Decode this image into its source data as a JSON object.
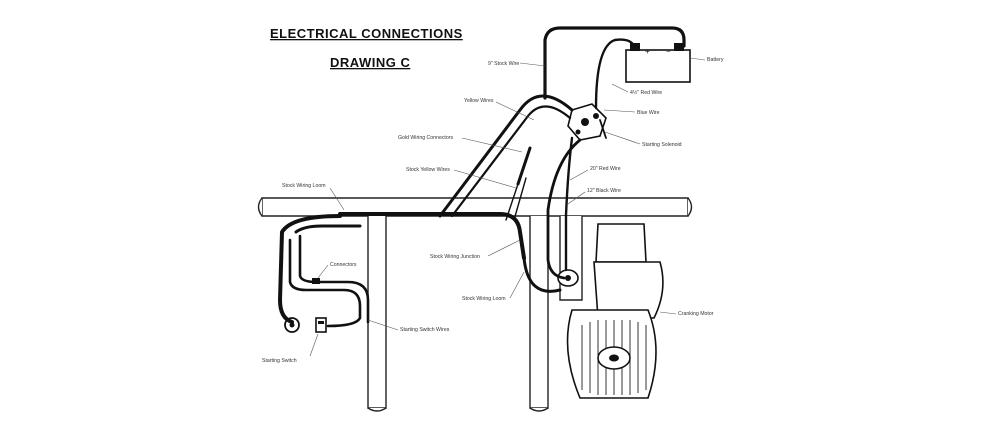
{
  "title_main": "ELECTRICAL CONNECTIONS",
  "title_sub": "DRAWING C",
  "labels": {
    "stock_wire_9": "9\" Stock Wire",
    "battery": "Battery",
    "red_wire_45": "4½\" Red Wire",
    "yellow_wires": "Yellow Wires",
    "blue_wire": "Blue Wire",
    "gold_wiring_connectors": "Gold Wiring Connectors",
    "starting_solenoid": "Starting Solenoid",
    "stock_yellow_wires": "Stock Yellow Wires",
    "red_wire_20": "20\" Red Wire",
    "stock_wiring_loom_top": "Stock Wiring Loom",
    "black_wire_12": "12\" Black Wire",
    "connectors": "Connectors",
    "stock_wiring_junction": "Stock Wiring Junction",
    "stock_wiring_loom_mid": "Stock Wiring Loom",
    "cranking_motor": "Cranking Motor",
    "starting_switch_wires": "Starting Switch Wires",
    "starting_switch": "Starting Switch"
  },
  "colors": {
    "ink": "#111111",
    "background": "#ffffff"
  }
}
